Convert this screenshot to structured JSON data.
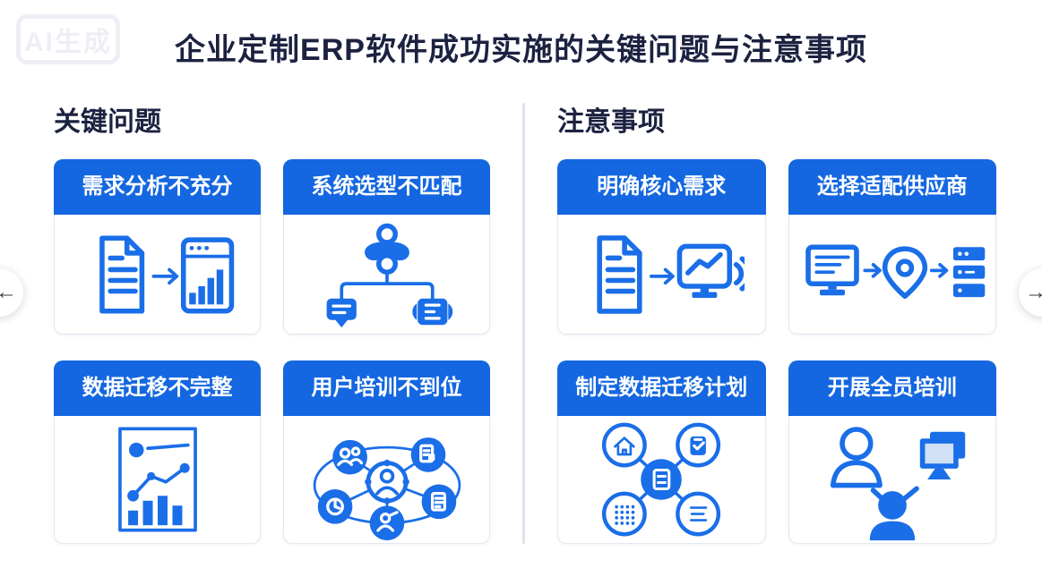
{
  "header": {
    "watermark": "AI生成",
    "title": "企业定制ERP软件成功实施的关键问题与注意事项"
  },
  "nav": {
    "prev": "←",
    "next": "→"
  },
  "colors": {
    "accent_blue": "#1467e0",
    "icon_blue": "#1a6ee8",
    "title_navy": "#1c2240",
    "divider_gray": "#dde3ec",
    "card_border": "#e3e7ef"
  },
  "sections": [
    {
      "heading": "关键问题",
      "cards": [
        {
          "title": "需求分析不充分",
          "icon": "document-to-barchart-icon"
        },
        {
          "title": "系统选型不匹配",
          "icon": "org-tree-icon"
        },
        {
          "title": "数据迁移不完整",
          "icon": "report-chart-icon"
        },
        {
          "title": "用户培训不到位",
          "icon": "training-network-icon"
        }
      ]
    },
    {
      "heading": "注意事项",
      "cards": [
        {
          "title": "明确核心需求",
          "icon": "document-to-monitor-icon"
        },
        {
          "title": "选择适配供应商",
          "icon": "monitor-pin-server-icon"
        },
        {
          "title": "制定数据迁移计划",
          "icon": "data-migration-network-icon"
        },
        {
          "title": "开展全员培训",
          "icon": "people-training-icon"
        }
      ]
    }
  ]
}
